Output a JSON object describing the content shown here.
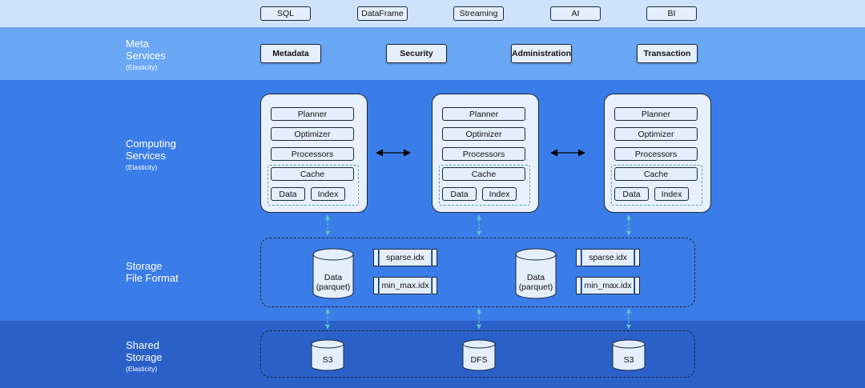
{
  "access_layer": {
    "items": [
      "SQL",
      "DataFrame",
      "Streaming",
      "AI",
      "BI"
    ]
  },
  "meta_layer": {
    "title": "Meta\nServices",
    "note": "(Elasticity)",
    "items": [
      "Metadata",
      "Security",
      "Administration",
      "Transaction"
    ]
  },
  "compute_layer": {
    "title": "Computing\nServices",
    "note": "(Elasticity)",
    "node": {
      "planner": "Planner",
      "optimizer": "Optimizer",
      "processors": "Processors",
      "cache": "Cache",
      "data": "Data",
      "index": "Index"
    }
  },
  "storage_layer": {
    "title": "Storage\nFile Format",
    "data_file": "Data\n(parquet)",
    "sparse_index": "sparse.idx",
    "minmax_index": "min_max.idx"
  },
  "shared_layer": {
    "title": "Shared\nStorage",
    "note": "(Elasticity)",
    "stores": [
      "S3",
      "DFS",
      "S3"
    ]
  },
  "colors": {
    "band_top": "#cfe2fb",
    "band_meta": "#6aa7f4",
    "band_compute": "#3b7de8",
    "band_shared": "#2a60c8",
    "box_fill": "#e4eefc",
    "outline": "#1c2a3a",
    "link_dashed": "#5aa0a8"
  }
}
